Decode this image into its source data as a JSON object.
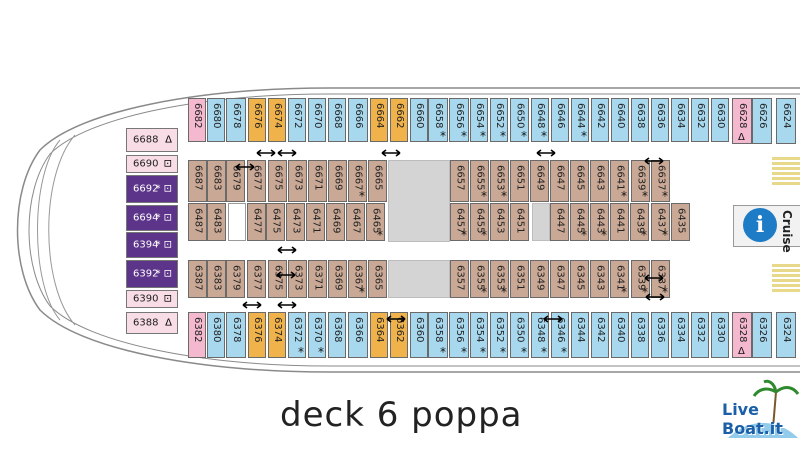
{
  "title": "deck 6 poppa",
  "colors": {
    "blue": "#a8d8ee",
    "tan": "#c9a895",
    "orange": "#f0b24a",
    "pink": "#f4b8cf",
    "purple": "#5c3489",
    "light_pink": "#f8dde6",
    "gray": "#d4d4d4",
    "info": "#1e7cc6"
  },
  "rows": {
    "top_outer": [
      {
        "n": "6682",
        "c": "pink"
      },
      {
        "n": "6680",
        "c": "blue"
      },
      {
        "n": "6678",
        "c": "blue"
      },
      {
        "n": "6676",
        "c": "orange"
      },
      {
        "n": "6674",
        "c": "orange"
      },
      {
        "n": "6672",
        "c": "blue"
      },
      {
        "n": "6670",
        "c": "blue"
      },
      {
        "n": "6668",
        "c": "blue"
      },
      {
        "n": "6666",
        "c": "blue"
      },
      {
        "n": "6664",
        "c": "orange"
      },
      {
        "n": "6662",
        "c": "orange"
      },
      {
        "n": "6660",
        "c": "blue"
      },
      {
        "n": "6658",
        "c": "blue",
        "s": true
      },
      {
        "n": "6656",
        "c": "blue",
        "s": true
      },
      {
        "n": "6654",
        "c": "blue",
        "s": true
      },
      {
        "n": "6652",
        "c": "blue",
        "s": true
      },
      {
        "n": "6650",
        "c": "blue",
        "s": true
      },
      {
        "n": "6648",
        "c": "blue",
        "s": true
      },
      {
        "n": "6646",
        "c": "blue"
      },
      {
        "n": "6644",
        "c": "blue",
        "s": true
      },
      {
        "n": "6642",
        "c": "blue"
      },
      {
        "n": "6640",
        "c": "blue"
      },
      {
        "n": "6638",
        "c": "blue"
      },
      {
        "n": "6636",
        "c": "blue"
      },
      {
        "n": "6634",
        "c": "blue"
      },
      {
        "n": "6632",
        "c": "blue"
      },
      {
        "n": "6630",
        "c": "blue"
      }
    ],
    "top_inner": [
      {
        "n": "6687",
        "c": "tan"
      },
      {
        "n": "6683",
        "c": "tan"
      },
      {
        "n": "6679",
        "c": "tan"
      },
      {
        "n": "6677",
        "c": "tan"
      },
      {
        "n": "6675",
        "c": "tan"
      },
      {
        "n": "6673",
        "c": "tan"
      },
      {
        "n": "6671",
        "c": "tan"
      },
      {
        "n": "6669",
        "c": "tan"
      },
      {
        "n": "6667",
        "c": "tan",
        "s": true
      },
      {
        "n": "6665",
        "c": "tan"
      },
      {
        "n": "6657",
        "c": "tan"
      },
      {
        "n": "6655",
        "c": "tan",
        "s": true
      },
      {
        "n": "6653",
        "c": "tan",
        "s": true
      },
      {
        "n": "6651",
        "c": "tan"
      },
      {
        "n": "6649",
        "c": "tan"
      },
      {
        "n": "6647",
        "c": "tan"
      },
      {
        "n": "6645",
        "c": "tan"
      },
      {
        "n": "6643",
        "c": "tan"
      },
      {
        "n": "6641",
        "c": "tan",
        "s": true
      },
      {
        "n": "6639",
        "c": "tan",
        "s": true
      },
      {
        "n": "6637",
        "c": "tan",
        "s": true
      }
    ],
    "mid_upper": [
      {
        "n": "6487",
        "c": "tan"
      },
      {
        "n": "6483",
        "c": "tan"
      },
      {
        "n": "6477",
        "c": "tan"
      },
      {
        "n": "6475",
        "c": "tan"
      },
      {
        "n": "6473",
        "c": "tan"
      },
      {
        "n": "6471",
        "c": "tan"
      },
      {
        "n": "6469",
        "c": "tan"
      },
      {
        "n": "6467",
        "c": "tan"
      },
      {
        "n": "6465",
        "c": "tan",
        "s": true
      },
      {
        "n": "6457",
        "c": "tan",
        "s": true
      },
      {
        "n": "6455",
        "c": "tan",
        "s": true
      },
      {
        "n": "6453",
        "c": "tan"
      },
      {
        "n": "6451",
        "c": "tan"
      },
      {
        "n": "6447",
        "c": "tan"
      },
      {
        "n": "6445",
        "c": "tan",
        "s": true
      },
      {
        "n": "6443",
        "c": "tan",
        "s": true
      },
      {
        "n": "6441",
        "c": "tan"
      },
      {
        "n": "6439",
        "c": "tan",
        "s": true
      },
      {
        "n": "6437",
        "c": "tan",
        "s": true
      },
      {
        "n": "6435",
        "c": "tan"
      }
    ],
    "mid_lower": [
      {
        "n": "6387",
        "c": "tan"
      },
      {
        "n": "6383",
        "c": "tan"
      },
      {
        "n": "6379",
        "c": "tan"
      },
      {
        "n": "6377",
        "c": "tan"
      },
      {
        "n": "6375",
        "c": "tan"
      },
      {
        "n": "6373",
        "c": "tan"
      },
      {
        "n": "6371",
        "c": "tan"
      },
      {
        "n": "6369",
        "c": "tan"
      },
      {
        "n": "6367",
        "c": "tan",
        "s": true
      },
      {
        "n": "6365",
        "c": "tan"
      },
      {
        "n": "6357",
        "c": "tan"
      },
      {
        "n": "6355",
        "c": "tan",
        "s": true
      },
      {
        "n": "6353",
        "c": "tan",
        "s": true
      },
      {
        "n": "6351",
        "c": "tan"
      },
      {
        "n": "6349",
        "c": "tan"
      },
      {
        "n": "6347",
        "c": "tan"
      },
      {
        "n": "6345",
        "c": "tan"
      },
      {
        "n": "6343",
        "c": "tan"
      },
      {
        "n": "6341",
        "c": "tan",
        "s": true
      },
      {
        "n": "6339",
        "c": "tan",
        "s": true
      },
      {
        "n": "6337",
        "c": "tan",
        "s": true
      }
    ],
    "bottom_outer": [
      {
        "n": "6382",
        "c": "pink"
      },
      {
        "n": "6380",
        "c": "blue"
      },
      {
        "n": "6378",
        "c": "blue"
      },
      {
        "n": "6376",
        "c": "orange"
      },
      {
        "n": "6374",
        "c": "orange"
      },
      {
        "n": "6372",
        "c": "blue",
        "s": true
      },
      {
        "n": "6370",
        "c": "blue",
        "s": true
      },
      {
        "n": "6368",
        "c": "blue"
      },
      {
        "n": "6366",
        "c": "blue"
      },
      {
        "n": "6364",
        "c": "orange"
      },
      {
        "n": "6362",
        "c": "orange"
      },
      {
        "n": "6360",
        "c": "blue"
      },
      {
        "n": "6358",
        "c": "blue",
        "s": true
      },
      {
        "n": "6356",
        "c": "blue",
        "s": true
      },
      {
        "n": "6354",
        "c": "blue",
        "s": true
      },
      {
        "n": "6352",
        "c": "blue",
        "s": true
      },
      {
        "n": "6350",
        "c": "blue",
        "s": true
      },
      {
        "n": "6348",
        "c": "blue",
        "s": true
      },
      {
        "n": "6346",
        "c": "blue",
        "s": true
      },
      {
        "n": "6344",
        "c": "blue"
      },
      {
        "n": "6342",
        "c": "blue"
      },
      {
        "n": "6340",
        "c": "blue"
      },
      {
        "n": "6338",
        "c": "blue"
      },
      {
        "n": "6336",
        "c": "blue"
      },
      {
        "n": "6334",
        "c": "blue"
      },
      {
        "n": "6332",
        "c": "blue"
      },
      {
        "n": "6330",
        "c": "blue"
      }
    ]
  },
  "side_cabins": [
    {
      "n": "6688",
      "sym": "Δ",
      "c": "light_pink"
    },
    {
      "n": "6690",
      "sym": "⊡",
      "c": "light_pink"
    },
    {
      "n": "6692",
      "sym": "* ⊡",
      "c": "purple"
    },
    {
      "n": "6694",
      "sym": "* ⊡",
      "c": "purple"
    },
    {
      "n": "6394",
      "sym": "* ⊡",
      "c": "purple"
    },
    {
      "n": "6392",
      "sym": "* ⊡",
      "c": "purple"
    },
    {
      "n": "6390",
      "sym": "⊡",
      "c": "light_pink"
    },
    {
      "n": "6388",
      "sym": "Δ",
      "c": "light_pink"
    }
  ],
  "right_edge": [
    {
      "n": "6628",
      "c": "pink",
      "sym": "Δ"
    },
    {
      "n": "6626",
      "c": "blue"
    },
    {
      "n": "6624",
      "c": "blue"
    },
    {
      "n": "6328",
      "c": "pink",
      "sym": "Δ"
    },
    {
      "n": "6326",
      "c": "blue"
    },
    {
      "n": "6324",
      "c": "blue"
    }
  ],
  "info": {
    "glyph": "i",
    "label": "Cruise"
  },
  "logo": {
    "text": "Live Boat.it"
  }
}
